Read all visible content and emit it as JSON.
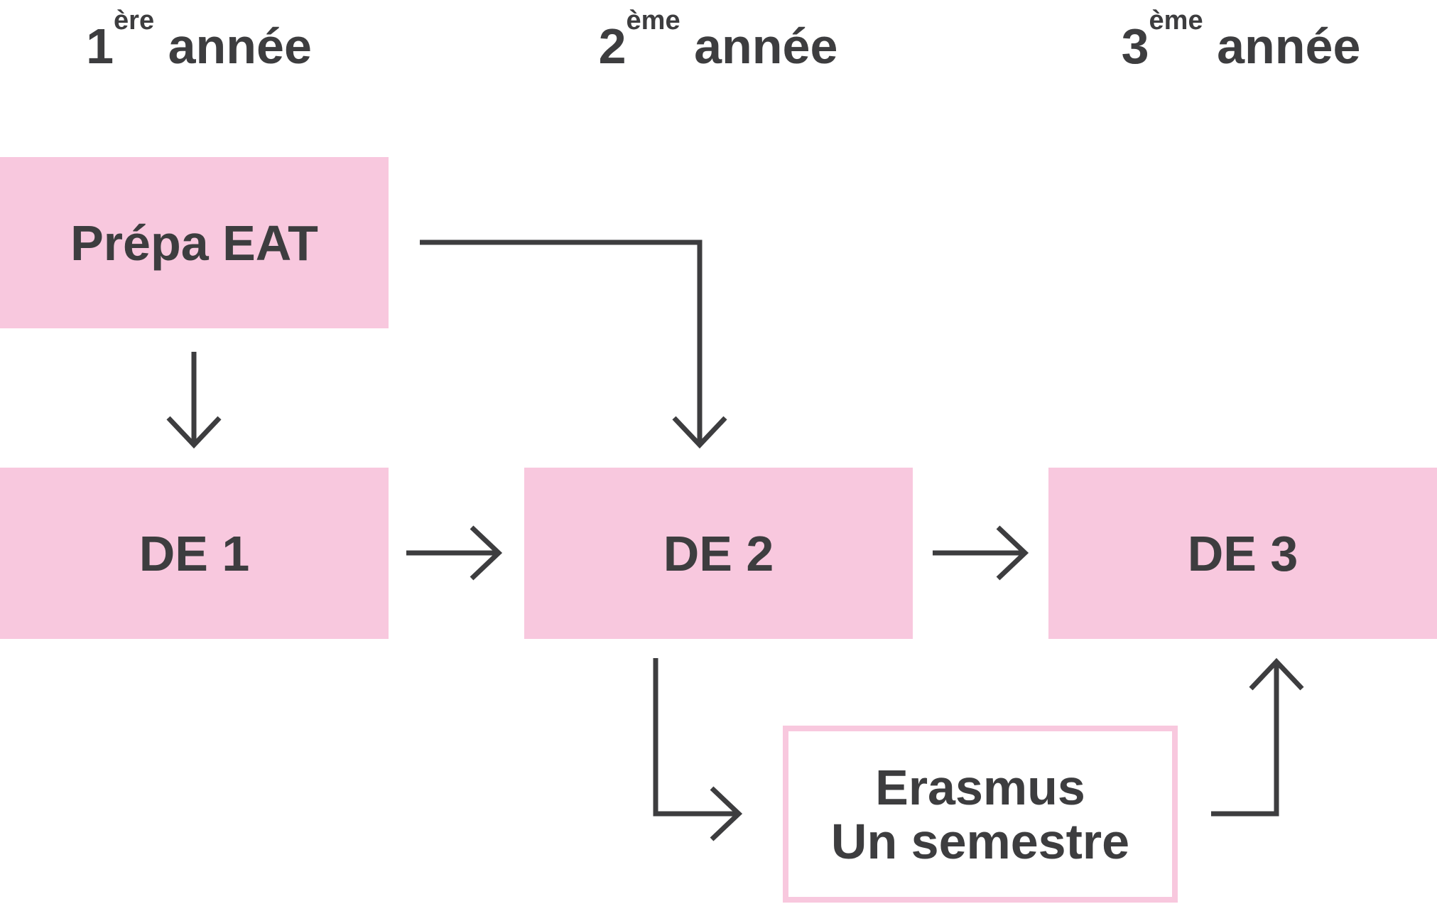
{
  "years": [
    {
      "number": "1",
      "suffix": "ère",
      "word": "année"
    },
    {
      "number": "2",
      "suffix": "ème",
      "word": "année"
    },
    {
      "number": "3",
      "suffix": "ème",
      "word": "année"
    }
  ],
  "boxes": {
    "prepa": {
      "label": "Prépa EAT"
    },
    "de1": {
      "label": "DE 1"
    },
    "de2": {
      "label": "DE 2"
    },
    "de3": {
      "label": "DE 3"
    },
    "erasmus": {
      "line1": "Erasmus",
      "line2": "Un semestre"
    }
  },
  "colors": {
    "box_fill": "#f8c8de",
    "text": "#3d3d3f",
    "arrow": "#3d3d3f"
  }
}
